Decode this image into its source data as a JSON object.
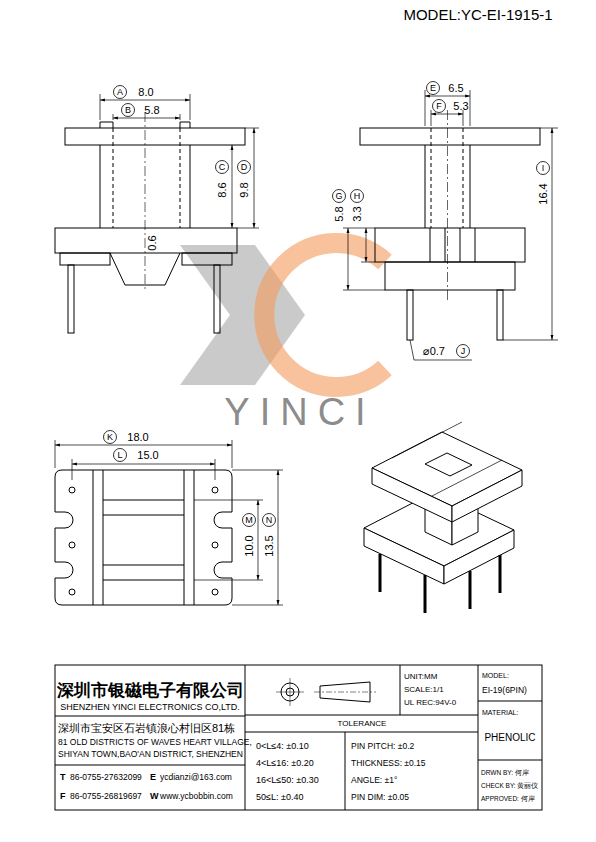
{
  "diagram": {
    "title": "MODEL:YC-EI-1915-1",
    "labels": [
      "A",
      "8.0",
      "B",
      "5.8",
      "C",
      "8.6",
      "D",
      "9.8",
      "0.6",
      "E",
      "6.5",
      "F",
      "5.3",
      "G",
      "5.8",
      "H",
      "3.3",
      "I",
      "16.4",
      "⌀0.7",
      "J",
      "K",
      "18.0",
      "L",
      "15.0",
      "M",
      "10.0",
      "N",
      "13.5",
      "YINCI",
      "深圳市银磁电子有限公司",
      "SHENZHEN YINCI ELECTRONICS CO,LTD.",
      "深圳市宝安区石岩镇浪心村旧区81栋",
      "81 OLD DISTRICTS OF WAVES HEART VILLAGE,",
      "SHIYAN TOWN,BAO'AN DISTRICT, SHENZHEN",
      "T",
      "86-0755-27632099",
      "E",
      "ycdianzi@163.com",
      "F",
      "86-0755-26819697",
      "W",
      "www.ycbobbin.com",
      "UNIT:MM",
      "SCALE:1/1",
      "UL REC:94V-0",
      "MODEL:",
      "EI-19(6PIN)",
      "MATERIAL:",
      "PHENOLIC",
      "TOLERANCE",
      "0<L≤4: ±0.10",
      "4<L≤16: ±0.20",
      "16<L≤50: ±0.30",
      "50≤L: ±0.40",
      "PIN PITCH: ±0.2",
      "THICKNESS: ±0.15",
      "ANGLE: ±1°",
      "PIN DIM: ±0.05",
      "DRWN BY: 何岸",
      "CHECK BY: 黄丽仪",
      "APPROVED: 何岸"
    ]
  }
}
